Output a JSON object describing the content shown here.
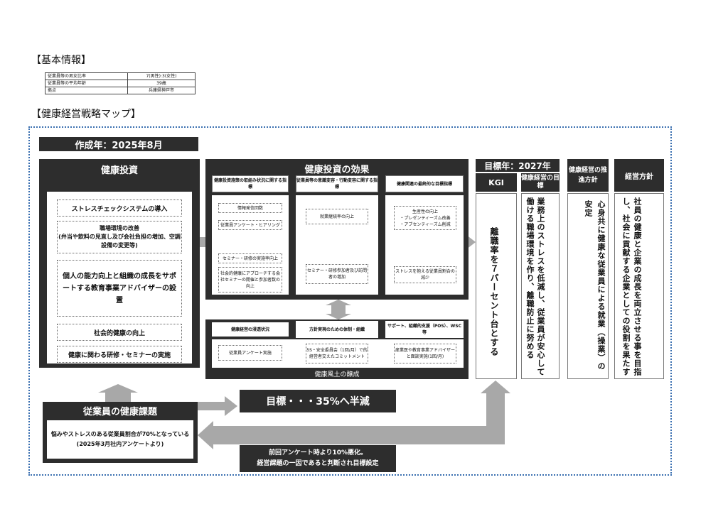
{
  "basic": {
    "title": "【基本情報】",
    "rows": [
      {
        "label": "従業員等の男女比率",
        "value": "7(男性):3(女性)"
      },
      {
        "label": "従業員等の平均年齢",
        "value": "39歳"
      },
      {
        "label": "拠点",
        "value": "兵庫県神戸市"
      }
    ]
  },
  "map": {
    "title": "【健康経営戦略マップ】",
    "created": "作成年：2025年8月",
    "investment": {
      "header": "健康投資",
      "items": [
        "ストレスチェックシステムの導入",
        "職場環境の改善\n(弁当や飲料の見直し及び会社負担の増加、空調設備の変更等)",
        "個人の能力向上と組織の成長をサポートする教育事業アドバイザーの設置",
        "社会的健康の向上",
        "健康に関わる研修・セミナーの実施"
      ]
    },
    "effect": {
      "header": "健康投資の効果",
      "col1": {
        "header": "健康投資施策の取組み状況に関する指標",
        "items": [
          "情報発信回数",
          "従業員アンケート・ヒアリング",
          "セミナー・研修の実施率向上",
          "社会的健康にアプローチする会社セミナーの開催と参加者数の向上"
        ]
      },
      "col2": {
        "header": "従業員等の意識変容・行動変容に関する指標",
        "items": [
          "就業継続率の向上",
          "セミナー・研修参加者及び訪問者の増加"
        ]
      },
      "col3": {
        "header": "健康関連の最終的な目標指標",
        "items": [
          "生産性の向上\n・プレゼンティーズム改善\n・アブセンティーズム削減",
          "ストレスを抱える従業員割合の減少"
        ]
      }
    },
    "culture": {
      "footer": "健康風土の醸成",
      "col1": {
        "header": "健康経営の浸透状況",
        "item": "従業員アンケート実施"
      },
      "col2": {
        "header": "方針実現のための体制・組織",
        "item": "5S・安全委員会（1回/月）で的経営者交えたコミットメント"
      },
      "col3": {
        "header": "サポート、組織的支援（POS）、WSC等",
        "item": "産業医や教育事業アドバイザーと面談実施(1回/月)"
      }
    },
    "target_year": "目標年：2027年",
    "kgi": {
      "header": "KGI",
      "text": "離職率を７パーセント台とする"
    },
    "goal": {
      "header": "健康経営の目標",
      "text": "業務上のストレスを低減し、従業員が安心して働ける職場環境を作り、離職防止に努める"
    },
    "policy": {
      "header": "健康経営の推進方針",
      "text": "心身共に健康な従業員による就業（操業）の安定"
    },
    "mgmt": {
      "header": "経営方針",
      "text": "社員の健康と企業の成長を両立させる事を目指し、社会に貢献する企業としての役割を果たす"
    },
    "issue": {
      "header": "従業員の健康課題",
      "text": "悩みやストレスのある従業員割合が70%となっている\n(2025年3月社内アンケートより)"
    },
    "target": "目標・・・35%へ半減",
    "note": "前回アンケート時より10%悪化。\n経営課題の一因であると判断され目標設定"
  }
}
